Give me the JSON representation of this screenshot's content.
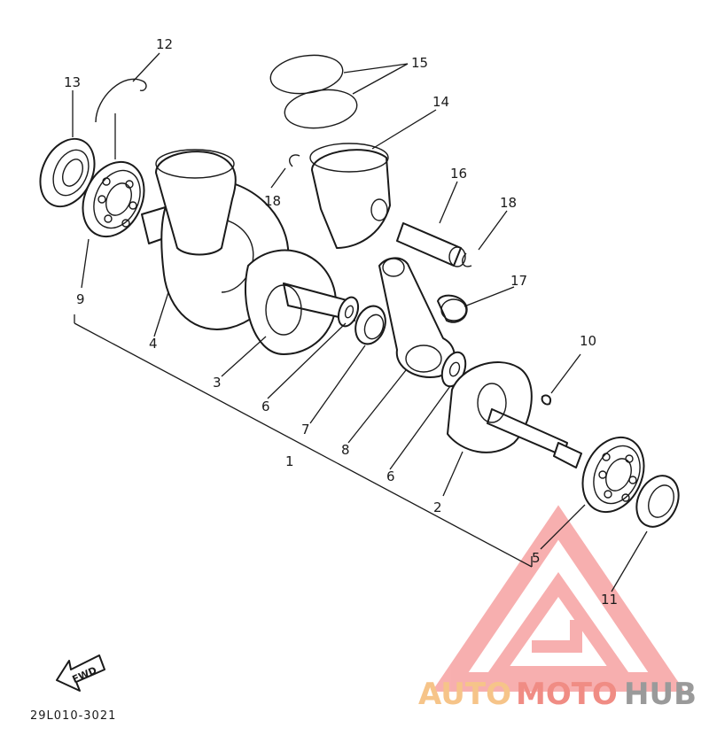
{
  "diagram": {
    "part_numbers": [
      "1",
      "2",
      "3",
      "4",
      "5",
      "6",
      "6",
      "7",
      "8",
      "9",
      "10",
      "11",
      "12",
      "13",
      "14",
      "15",
      "16",
      "17",
      "18",
      "18"
    ],
    "fwd_label": "FWD",
    "diagram_code": "29L010-3021"
  },
  "watermark": {
    "part1": "AUTO",
    "part2": "MOTO",
    "part3": "HUB",
    "colors": {
      "auto": "#f6c489",
      "moto": "#f08c84",
      "hub": "#9a9a9a",
      "logo": "#f26f6f"
    }
  }
}
